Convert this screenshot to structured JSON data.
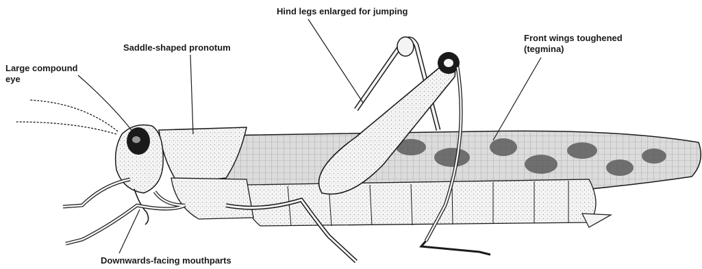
{
  "labels": {
    "compound_eye_line1": "Large compound",
    "compound_eye_line2": "eye",
    "pronotum": "Saddle-shaped pronotum",
    "hind_legs": "Hind legs enlarged for jumping",
    "front_wings_line1": "Front wings toughened",
    "front_wings_line2": "(tegmina)",
    "mouthparts": "Downwards-facing mouthparts"
  },
  "colors": {
    "ink": "#1a1a1a",
    "body_fill": "#f2f2f2",
    "wing_fill": "#d9d9d9",
    "wing_patch": "#555555",
    "background": "#ffffff"
  }
}
